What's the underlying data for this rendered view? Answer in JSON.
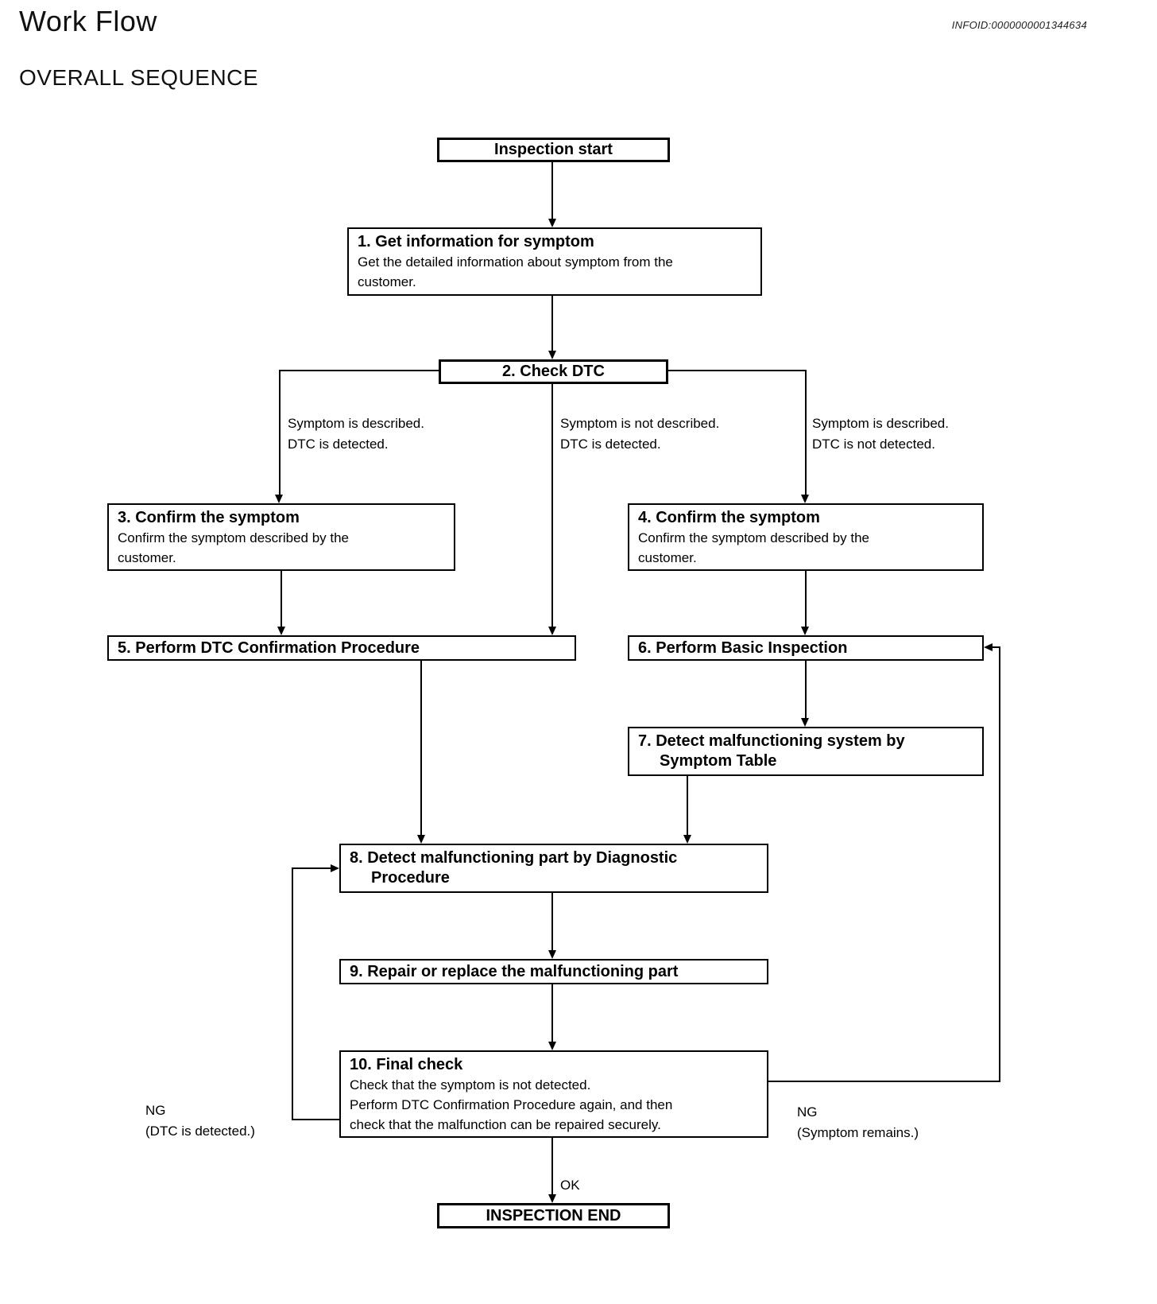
{
  "header": {
    "title": "Work Flow",
    "infoid": "INFOID:0000000001344634",
    "section_heading": "OVERALL SEQUENCE"
  },
  "flowchart": {
    "nodes": {
      "start": {
        "label": "Inspection start"
      },
      "step1": {
        "title": "1. Get information for symptom",
        "body": "Get the detailed information about symptom from the customer."
      },
      "step2": {
        "title": "2. Check DTC"
      },
      "step3": {
        "title": "3. Confirm the symptom",
        "body": "Confirm the symptom described by the customer."
      },
      "step4": {
        "title": "4. Confirm the symptom",
        "body": "Confirm the symptom described by the customer."
      },
      "step5": {
        "title": "5. Perform DTC Confirmation Procedure"
      },
      "step6": {
        "title": "6. Perform Basic Inspection"
      },
      "step7": {
        "title_line1": "7. Detect malfunctioning system by",
        "title_line2": "Symptom Table"
      },
      "step8": {
        "title_line1": "8. Detect malfunctioning part by Diagnostic",
        "title_line2": "Procedure"
      },
      "step9": {
        "title": "9. Repair or replace the malfunctioning part"
      },
      "step10": {
        "title": "10. Final check",
        "body_line1": "Check that the symptom is not detected.",
        "body_line2": "Perform DTC Confirmation Procedure again, and then",
        "body_line3": "check that the malfunction can be repaired securely."
      },
      "end": {
        "label": "INSPECTION END"
      }
    },
    "branch_labels": {
      "symptom_dtc": {
        "line1": "Symptom is described.",
        "line2": "DTC is detected."
      },
      "no_symptom_dtc": {
        "line1": "Symptom is not described.",
        "line2": "DTC is detected."
      },
      "symptom_no_dtc": {
        "line1": "Symptom is described.",
        "line2": "DTC is not detected."
      }
    },
    "edge_labels": {
      "ng_left_line1": "NG",
      "ng_left_line2": "(DTC is detected.)",
      "ng_right_line1": "NG",
      "ng_right_line2": "(Symptom remains.)",
      "ok": "OK"
    }
  },
  "colors": {
    "line": "#000000",
    "text": "#000000",
    "background": "#ffffff"
  }
}
